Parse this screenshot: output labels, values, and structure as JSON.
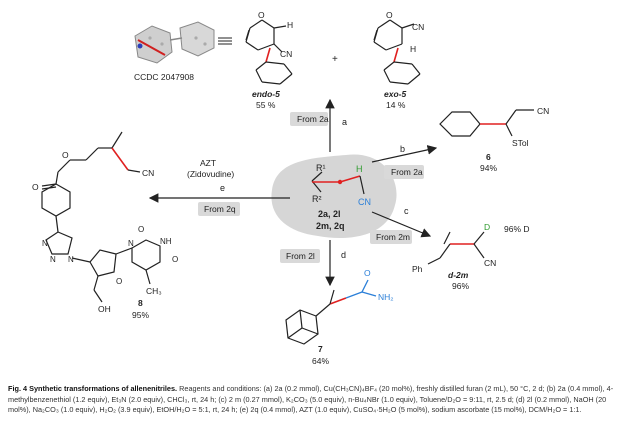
{
  "center": {
    "r1": "R¹",
    "r2": "R²",
    "h": "H",
    "cn": "CN",
    "compounds_line1": "2a, 2l",
    "compounds_line2": "2m, 2q"
  },
  "top": {
    "endo_label": "endo-5",
    "endo_yield": "55 %",
    "exo_label": "exo-5",
    "exo_yield": "14 %",
    "plus": "+",
    "ccdc": "CCDC 2047908",
    "o_atom": "O",
    "h_atom": "H",
    "cn": "CN"
  },
  "arrows": {
    "a": {
      "letter": "a",
      "tag": "From 2a"
    },
    "b": {
      "letter": "b",
      "tag": "From 2a"
    },
    "c": {
      "letter": "c",
      "tag": "From 2m"
    },
    "d": {
      "letter": "d",
      "tag": "From 2l"
    },
    "e": {
      "letter": "e",
      "tag": "From 2q",
      "reagent_line1": "AZT",
      "reagent_line2": "(Zidovudine)"
    }
  },
  "product6": {
    "cn": "CN",
    "stol": "STol",
    "number": "6",
    "yield": "94%"
  },
  "product_d2m": {
    "d": "D",
    "d_incorp": "96% D",
    "cn": "CN",
    "ph": "Ph",
    "label": "d-2m",
    "yield": "96%"
  },
  "product7": {
    "amide": "NH₂",
    "o": "O",
    "number": "7",
    "yield": "64%"
  },
  "product8": {
    "o": "O",
    "cn": "CN",
    "n": "N",
    "nh": "NH",
    "ch3": "CH₃",
    "oh": "OH",
    "number": "8",
    "yield": "95%"
  },
  "caption": {
    "title": "Fig. 4 Synthetic transformations of allenenitriles.",
    "body": " Reagents and conditions: (a) 2a (0.2 mmol), Cu(CH₃CN)₄BF₄ (20 mol%), freshly distilled furan (2 mL), 50 °C, 2 d; (b) 2a (0.4 mmol), 4-methylbenzenethiol (1.2 equiv), Et₃N (2.0 equiv), CHCl₃, rt, 24 h; (c) 2 m (0.27 mmol), K₂CO₃ (5.0 equiv), n-Bu₄NBr (1.0 equiv), Toluene/D₂O = 9:11, rt, 2.5 d; (d) 2l (0.2 mmol), NaOH (20 mol%), Na₂CO₃ (1.0 equiv), H₂O₂ (3.9 equiv), EtOH/H₂O = 5:1, rt, 24 h; (e) 2q (0.4 mmol), AZT (1.0 equiv), CuSO₄·5H₂O (5 mol%), sodium ascorbate (15 mol%), DCM/H₂O = 1:1."
  }
}
